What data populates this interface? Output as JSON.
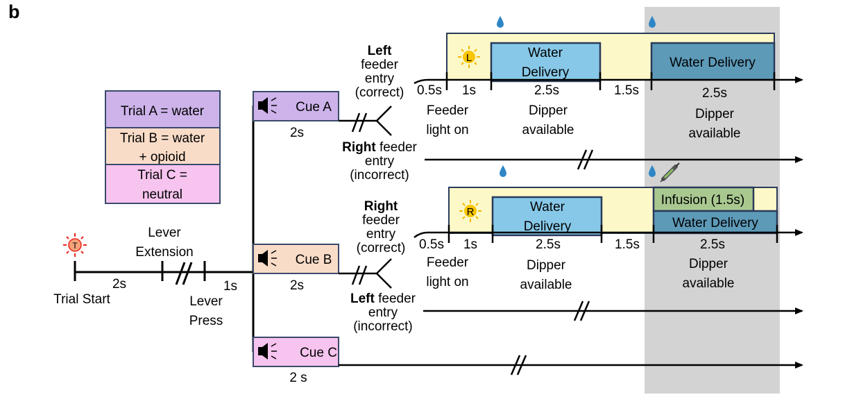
{
  "panel_label": "b",
  "legend": {
    "trial_a": "Trial A = water",
    "trial_b_1": "Trial B = water",
    "trial_b_2": "+ opioid",
    "trial_c_1": "Trial C =",
    "trial_c_2": "neutral",
    "colors": {
      "trial_a": "#cdb3ea",
      "trial_b": "#f9dcc8",
      "trial_c": "#f6c4ee"
    }
  },
  "timeline": {
    "trial_start_icon": "T",
    "trial_start": "Trial Start",
    "lever_extension_1": "Lever",
    "lever_extension_2": "Extension",
    "lever_press_1": "Lever",
    "lever_press_2": "Press",
    "dur_2s": "2s",
    "dur_1s": "1s"
  },
  "cues": {
    "cue_a": {
      "label": "Cue A",
      "duration": "2s"
    },
    "cue_b": {
      "label": "Cue B",
      "duration": "2s"
    },
    "cue_c": {
      "label": "Cue C",
      "duration": "2 s"
    },
    "speaker_icon": "speaker-icon"
  },
  "branch_a": {
    "correct_1": "Left",
    "correct_2": "feeder",
    "correct_3": "entry",
    "correct_4": "(correct)",
    "incorrect_1": "Right",
    "incorrect_1b": " feeder",
    "incorrect_2": "entry",
    "incorrect_3": "(incorrect)",
    "light_letter": "L",
    "dur_05": "0.5s",
    "dur_1": "1s",
    "dur_25a": "2.5s",
    "dur_15": "1.5s",
    "dur_25b": "2.5s",
    "feeder_light_1": "Feeder",
    "feeder_light_2": "light on",
    "dipper_1": "Dipper",
    "dipper_2": "available",
    "dipper_b1": "Dipper",
    "dipper_b2": "available",
    "water_delivery_1": "Water",
    "water_delivery_2": "Delivery",
    "water_delivery_long": "Water Delivery"
  },
  "branch_b": {
    "correct_1": "Right",
    "correct_2": "feeder",
    "correct_3": "entry",
    "correct_4": "(correct)",
    "incorrect_1": "Left",
    "incorrect_1b": " feeder",
    "incorrect_2": "entry",
    "incorrect_3": "(incorrect)",
    "light_letter": "R",
    "dur_05": "0.5s",
    "dur_1": "1s",
    "dur_25a": "2.5s",
    "dur_15": "1.5s",
    "dur_25b": "2.5s",
    "feeder_light_1": "Feeder",
    "feeder_light_2": "light on",
    "dipper_1": "Dipper",
    "dipper_2": "available",
    "dipper_b1": "Dipper",
    "dipper_b2": "available",
    "water_delivery_1": "Water",
    "water_delivery_2": "Delivery",
    "infusion": "Infusion (1.5s)",
    "water_delivery_long": "Water Delivery"
  },
  "colors": {
    "light_period": "#fcf8c8",
    "water_box": "#87c8e8",
    "water_box_dark": "#5d9ab8",
    "infusion_box": "#a8c890",
    "shade": "#d3d3d3",
    "drop": "#2f86c6"
  }
}
